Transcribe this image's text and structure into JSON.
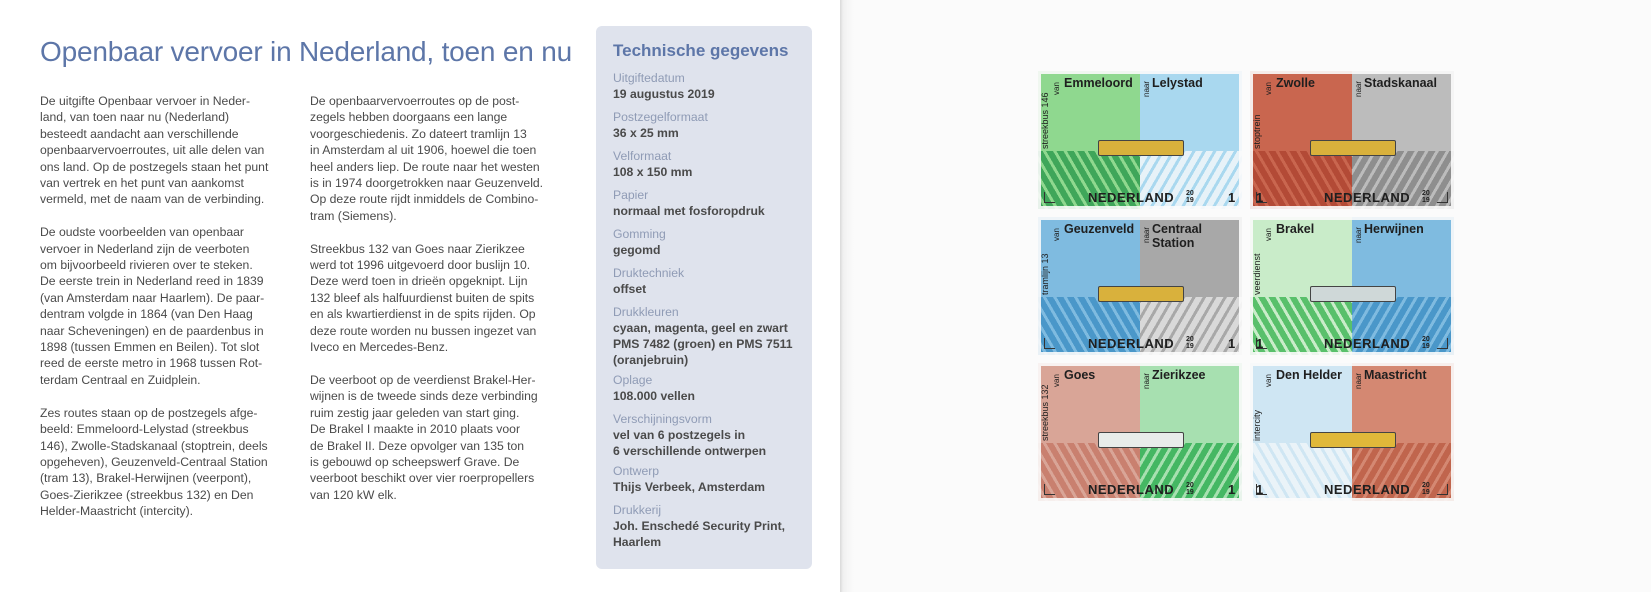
{
  "left_page": {
    "title": "Openbaar vervoer in Nederland, toen en nu",
    "column1": [
      "De uitgifte Openbaar vervoer in Neder-\nland, van toen naar nu (Nederland)\nbesteedt aandacht aan verschillende\nopenbaarvervoerroutes, uit alle delen van\nons land. Op de postzegels staan het punt\nvan vertrek en het punt van aankomst\nvermeld, met de naam van de verbinding.",
      "De oudste voorbeelden van openbaar\nvervoer in Nederland zijn de veerboten\nom bijvoorbeeld rivieren over te steken.\nDe eerste trein in Nederland reed in 1839\n(van Amsterdam naar Haarlem). De paar-\ndentram volgde in 1864 (van Den Haag\nnaar Scheveningen) en de paardenbus in\n1898 (tussen Emmen en Beilen). Tot slot\nreed de eerste metro in 1968 tussen Rot-\nterdam Centraal en Zuidplein.",
      "Zes routes staan op de postzegels afge-\nbeeld: Emmeloord-Lelystad (streekbus\n146), Zwolle-Stadskanaal (stoptrein, deels\nopgeheven), Geuzenveld-Centraal Station\n(tram 13), Brakel-Herwijnen (veerpont),\nGoes-Zierikzee (streekbus 132) en Den\nHelder-Maastricht (intercity)."
    ],
    "column2": [
      "De openbaarvervoerroutes op de post-\nzegels hebben doorgaans een lange\nvoorgeschiedenis. Zo dateert tramlijn 13\nin Amsterdam al uit 1906, hoewel die toen\nheel anders liep. De route naar het westen\nis in 1974 doorgetrokken naar Geuzenveld.\nOp deze route rijdt inmiddels de Combino-\ntram (Siemens).",
      "Streekbus 132 van Goes naar Zierikzee\nwerd tot 1996 uitgevoerd door buslijn 10.\nDeze werd toen in drieën opgeknipt. Lijn\n132 bleef als halfuurdienst buiten de spits\nen als kwartierdienst in de spits rijden. Op\ndeze route worden nu bussen ingezet van\nIveco en Mercedes-Benz.",
      "De veerboot op de veerdienst Brakel-Her-\nwijnen is de tweede sinds deze verbinding\nruim zestig jaar geleden van start ging.\nDe Brakel I maakte in 2010 plaats voor\nde Brakel II. Deze opvolger van 135 ton\nis gebouwd op scheepswerf Grave. De\nveerboot beschikt over vier roerpropellers\nvan 120 kW elk."
    ]
  },
  "tech": {
    "heading": "Technische gegevens",
    "items": [
      {
        "label": "Uitgiftedatum",
        "value": "19 augustus 2019"
      },
      {
        "label": "Postzegelformaat",
        "value": "36 x 25 mm"
      },
      {
        "label": "Velformaat",
        "value": "108 x 150 mm"
      },
      {
        "label": "Papier",
        "value": "normaal met fosforopdruk"
      },
      {
        "label": "Gomming",
        "value": "gegomd"
      },
      {
        "label": "Druktechniek",
        "value": "offset"
      },
      {
        "label": "Drukkleuren",
        "value": "cyaan, magenta, geel en zwart\nPMS 7482 (groen) en PMS 7511\n(oranjebruin)"
      },
      {
        "label": "Oplage",
        "value": "108.000 vellen"
      },
      {
        "label": "Verschijningsvorm",
        "value": "vel van 6 postzegels in\n6 verschillende ontwerpen"
      },
      {
        "label": "Ontwerp",
        "value": "Thijs Verbeek, Amsterdam"
      },
      {
        "label": "Drukkerij",
        "value": "Joh. Enschedé Security Print,\nHaarlem"
      }
    ]
  },
  "stamps": [
    {
      "from": "Emmeloord",
      "to": "Lelystad",
      "route": "streekbus 146",
      "prep_from": "van",
      "prep_to": "naar",
      "country": "NEDERLAND",
      "year": "2019",
      "value": "1",
      "colors": [
        "#8fd88f",
        "#a9d8ef"
      ],
      "ground": [
        "#3fa65a",
        "#e7f2f8"
      ],
      "vehicle": "#d9b13c"
    },
    {
      "from": "Zwolle",
      "to": "Stadskanaal",
      "route": "stoptrein",
      "prep_from": "van",
      "prep_to": "naar",
      "country": "NEDERLAND",
      "year": "2019",
      "value": "1",
      "colors": [
        "#c9664f",
        "#bcbcbc"
      ],
      "ground": [
        "#b34a36",
        "#8e8e8e"
      ],
      "vehicle": "#d9b13c"
    },
    {
      "from": "Geuzenveld",
      "to": "Centraal Station",
      "route": "tramlijn 13",
      "prep_from": "van",
      "prep_to": "naar",
      "country": "NEDERLAND",
      "year": "2019",
      "value": "1",
      "colors": [
        "#7fbbe0",
        "#a8a8a8"
      ],
      "ground": [
        "#4a97c9",
        "#d9d9d9"
      ],
      "vehicle": "#d9b13c"
    },
    {
      "from": "Brakel",
      "to": "Herwijnen",
      "route": "veerdienst",
      "prep_from": "van",
      "prep_to": "naar",
      "country": "NEDERLAND",
      "year": "2019",
      "value": "1",
      "colors": [
        "#c9ecc9",
        "#7fbbe0"
      ],
      "ground": [
        "#59c06b",
        "#4a97c9"
      ],
      "vehicle": "#cfd8d8"
    },
    {
      "from": "Goes",
      "to": "Zierikzee",
      "route": "streekbus 132",
      "prep_from": "van",
      "prep_to": "naar",
      "country": "NEDERLAND",
      "year": "2019",
      "value": "1",
      "colors": [
        "#d9a597",
        "#a7e0b0"
      ],
      "ground": [
        "#c9806f",
        "#45b763"
      ],
      "vehicle": "#e8ecea"
    },
    {
      "from": "Den Helder",
      "to": "Maastricht",
      "route": "intercity",
      "prep_from": "van",
      "prep_to": "naar",
      "country": "NEDERLAND",
      "year": "2019",
      "value": "1",
      "colors": [
        "#cfe6f3",
        "#d48872"
      ],
      "ground": [
        "#eaf3f8",
        "#c0654d"
      ],
      "vehicle": "#e0b83a"
    }
  ]
}
